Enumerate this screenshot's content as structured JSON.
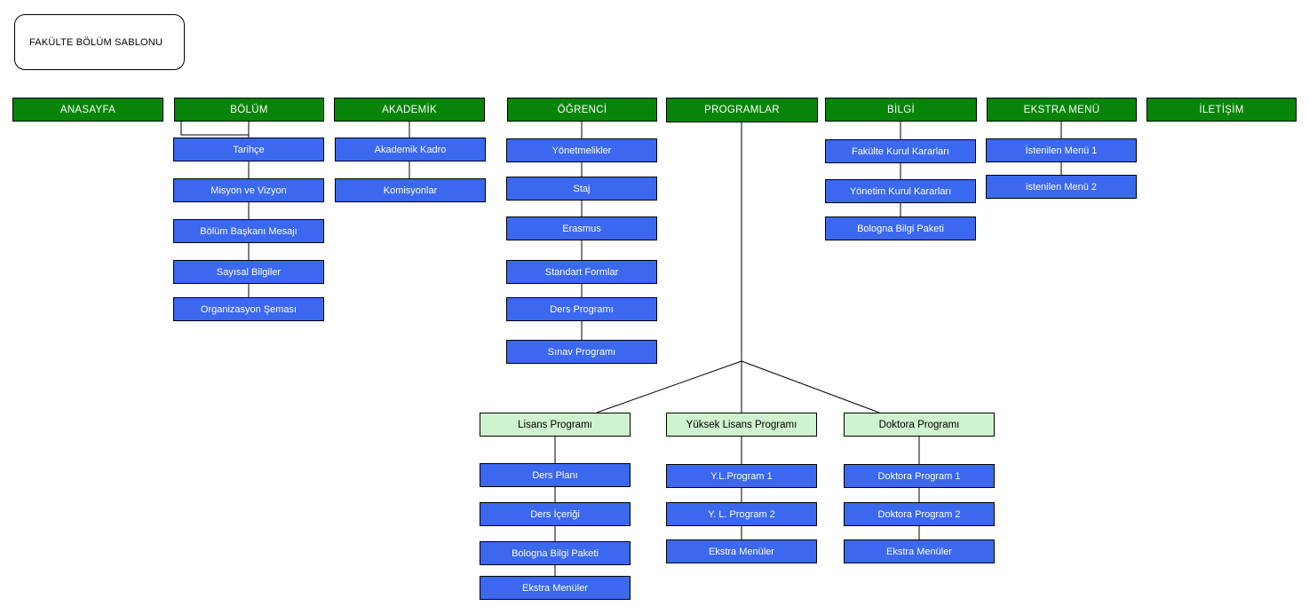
{
  "diagram_title": "FAKÜLTE BÖLÜM SABLONU",
  "colors": {
    "menu_green": "#088408",
    "item_blue": "#3b68ef",
    "program_light_green": "#cff2cf",
    "connector_line": "#000000"
  },
  "menus": {
    "anasayfa": {
      "label": "ANASAYFA"
    },
    "bolum": {
      "label": "BÖLÜM",
      "items": [
        "Tarihçe",
        "Misyon ve Vizyon",
        "Bölüm Başkanı Mesajı",
        "Sayısal Bilgiler",
        "Organizasyon Şeması"
      ]
    },
    "akademik": {
      "label": "AKADEMİK",
      "items": [
        "Akademik Kadro",
        "Komisyonlar"
      ]
    },
    "ogrenci": {
      "label": "ÖĞRENCİ",
      "items": [
        "Yönetmelikler",
        "Staj",
        "Erasmus",
        "Standart Formlar",
        "Ders Programı",
        "Sınav Programı"
      ]
    },
    "programlar": {
      "label": "PROGRAMLAR"
    },
    "bilgi": {
      "label": "BİLGİ",
      "items": [
        "Fakülte Kurul Kararları",
        "Yönetim Kurul Kararları",
        "Bologna Bilgi Paketi"
      ]
    },
    "ekstra_menu": {
      "label": "EKSTRA MENÜ",
      "items": [
        "İstenilen Menü 1",
        "istenilen Menü 2"
      ]
    },
    "iletisim": {
      "label": "İLETİŞİM"
    }
  },
  "programs": {
    "lisans": {
      "label": "Lisans Programı",
      "items": [
        "Ders Planı",
        "Ders İçeriği",
        "Bologna Bilgi Paketi",
        "Ekstra Menüler"
      ]
    },
    "yuksek_lisans": {
      "label": "Yüksek Lisans Programı",
      "items": [
        "Y.L.Program 1",
        "Y. L. Program 2",
        "Ekstra Menüler"
      ]
    },
    "doktora": {
      "label": "Doktora Programı",
      "items": [
        "Doktora Program 1",
        "Doktora Program 2",
        "Ekstra Menüler"
      ]
    }
  }
}
